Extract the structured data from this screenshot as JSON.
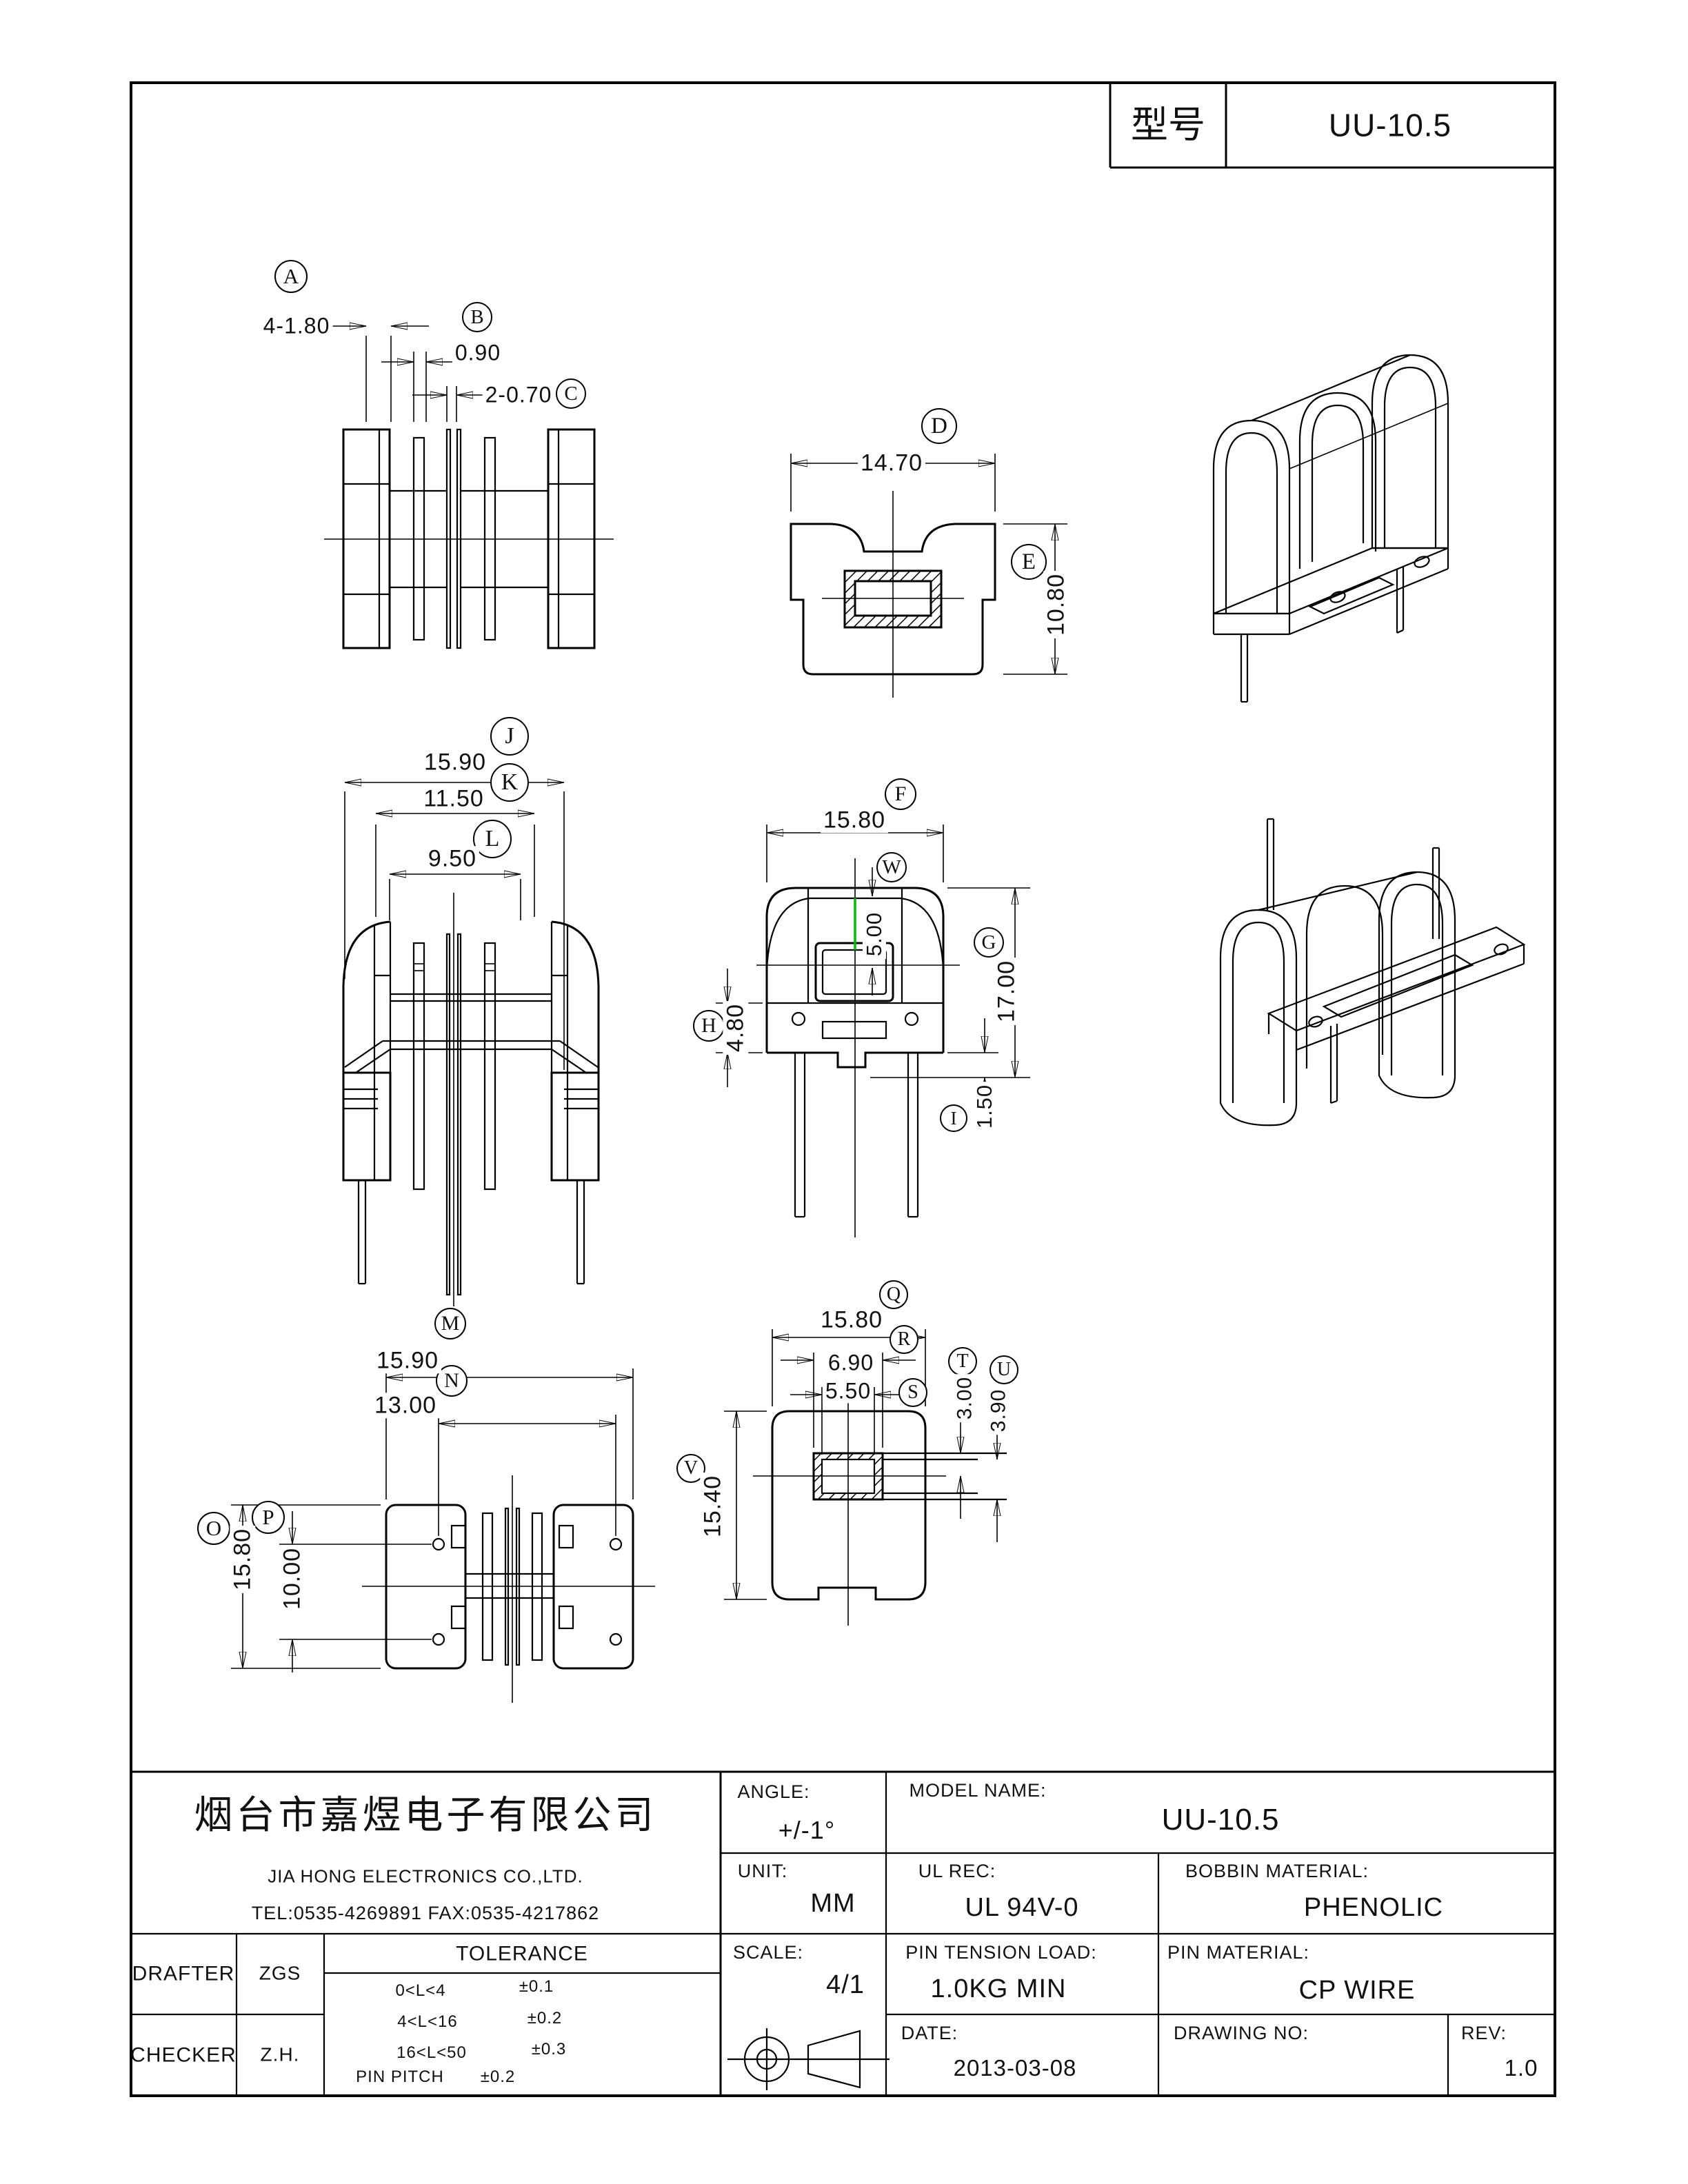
{
  "header": {
    "model_label": "型号",
    "model_value": "UU-10.5"
  },
  "letters": {
    "A": "A",
    "B": "B",
    "C": "C",
    "D": "D",
    "E": "E",
    "F": "F",
    "G": "G",
    "H": "H",
    "I": "I",
    "J": "J",
    "K": "K",
    "L": "L",
    "M": "M",
    "N": "N",
    "O": "O",
    "P": "P",
    "Q": "Q",
    "R": "R",
    "S": "S",
    "T": "T",
    "U": "U",
    "V": "V",
    "W": "W"
  },
  "dims": {
    "a": "4-1.80",
    "b": "0.90",
    "c": "2-0.70",
    "d": "14.70",
    "e": "10.80",
    "f": "15.80",
    "w": "5.00",
    "g": "17.00",
    "h": "4.80",
    "i": "1.50",
    "j": "15.90",
    "k": "11.50",
    "l": "9.50",
    "m": "15.90",
    "n": "13.00",
    "o": "15.80",
    "p": "10.00",
    "q": "15.80",
    "r": "6.90",
    "s": "5.50",
    "t": "3.00",
    "u": "3.90",
    "v": "15.40"
  },
  "title_block": {
    "company_cn": "烟台市嘉煜电子有限公司",
    "company_en": "JIA HONG ELECTRONICS CO.,LTD.",
    "tel_fax": "TEL:0535-4269891  FAX:0535-4217862",
    "drafter_label": "DRAFTER",
    "drafter_value": "ZGS",
    "checker_label": "CHECKER",
    "checker_value": "Z.H.",
    "tolerance_title": "TOLERANCE",
    "tolerance_rows": [
      {
        "range": "0<L<4",
        "tol": "±0.1"
      },
      {
        "range": "4<L<16",
        "tol": "±0.2"
      },
      {
        "range": "16<L<50",
        "tol": "±0.3"
      }
    ],
    "pin_pitch_label": "PIN PITCH",
    "pin_pitch_tol": "±0.2",
    "angle_label": "ANGLE:",
    "angle_value": "+/-1°",
    "model_name_label": "MODEL NAME:",
    "model_name_value": "UU-10.5",
    "unit_label": "UNIT:",
    "unit_value": "MM",
    "ul_label": "UL REC:",
    "ul_value": "UL 94V-0",
    "bobbin_label": "BOBBIN MATERIAL:",
    "bobbin_value": "PHENOLIC",
    "scale_label": "SCALE:",
    "scale_value": "4/1",
    "pin_tension_label": "PIN TENSION LOAD:",
    "pin_tension_value": "1.0KG MIN",
    "pin_material_label": "PIN MATERIAL:",
    "pin_material_value": "CP WIRE",
    "date_label": "DATE:",
    "date_value": "2013-03-08",
    "drawing_no_label": "DRAWING NO:",
    "rev_label": "REV:",
    "rev_value": "1.0"
  },
  "colors": {
    "line": "#000000",
    "accent_green": "#00bf00",
    "paper": "#ffffff"
  }
}
